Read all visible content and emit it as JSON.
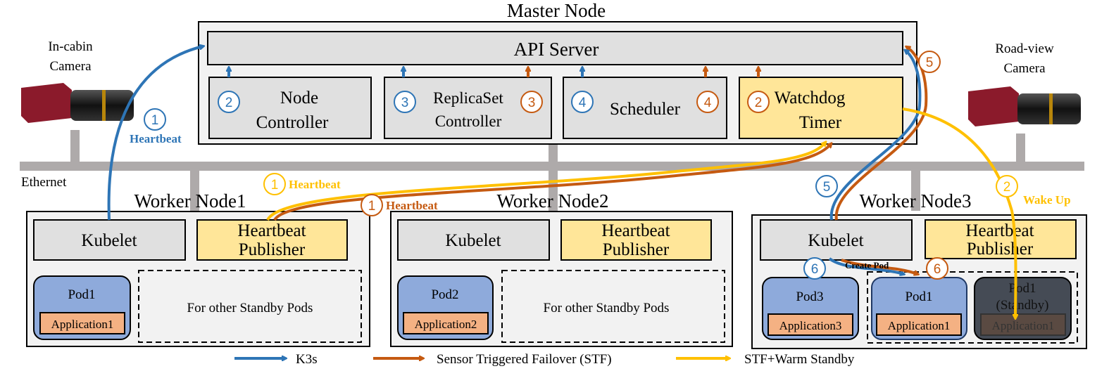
{
  "colors": {
    "k3s": "#2e75b6",
    "stf": "#c55a11",
    "warm_standby": "#ffc000",
    "component_gray": "#e0e0e0",
    "watchdog_yellow": "#ffe699",
    "pod_blue": "#8eaadb",
    "app_orange": "#f4b183",
    "ethernet": "#aeaaaa"
  },
  "master": {
    "title": "Master Node",
    "api_server": "API Server",
    "node_controller": [
      "Node",
      "Controller"
    ],
    "replicaset_controller": [
      "ReplicaSet",
      "Controller"
    ],
    "scheduler": "Scheduler",
    "watchdog": [
      "Watchdog",
      "Timer"
    ]
  },
  "cameras": {
    "left": [
      "In-cabin",
      "Camera"
    ],
    "right": [
      "Road-view",
      "Camera"
    ],
    "icon": "camera-icon"
  },
  "ethernet": "Ethernet",
  "workers": [
    {
      "title": "Worker Node1",
      "kubelet": "Kubelet",
      "publisher": [
        "Heartbeat",
        "Publisher"
      ],
      "pod": "Pod1",
      "app": "Application1",
      "standby_area": "For other Standby Pods"
    },
    {
      "title": "Worker Node2",
      "kubelet": "Kubelet",
      "publisher": [
        "Heartbeat",
        "Publisher"
      ],
      "pod": "Pod2",
      "app": "Application2",
      "standby_area": "For other Standby Pods"
    },
    {
      "title": "Worker Node3",
      "kubelet": "Kubelet",
      "publisher": [
        "Heartbeat",
        "Publisher"
      ],
      "pod": "Pod3",
      "app": "Application3",
      "new_pod": "Pod1",
      "new_app": "Application1",
      "standby_pod": [
        "Pod1",
        "(Standby)"
      ],
      "standby_app": "Application1"
    }
  ],
  "steps": {
    "one": "1",
    "two": "2",
    "three": "3",
    "four": "4",
    "five": "5",
    "six": "6"
  },
  "annotations": {
    "heartbeat": "Heartbeat",
    "wake_up": "Wake Up",
    "create_pod": "Create Pod"
  },
  "legend": {
    "k3s": "K3s",
    "stf": "Sensor Triggered Failover (STF)",
    "warm": "STF+Warm Standby"
  }
}
